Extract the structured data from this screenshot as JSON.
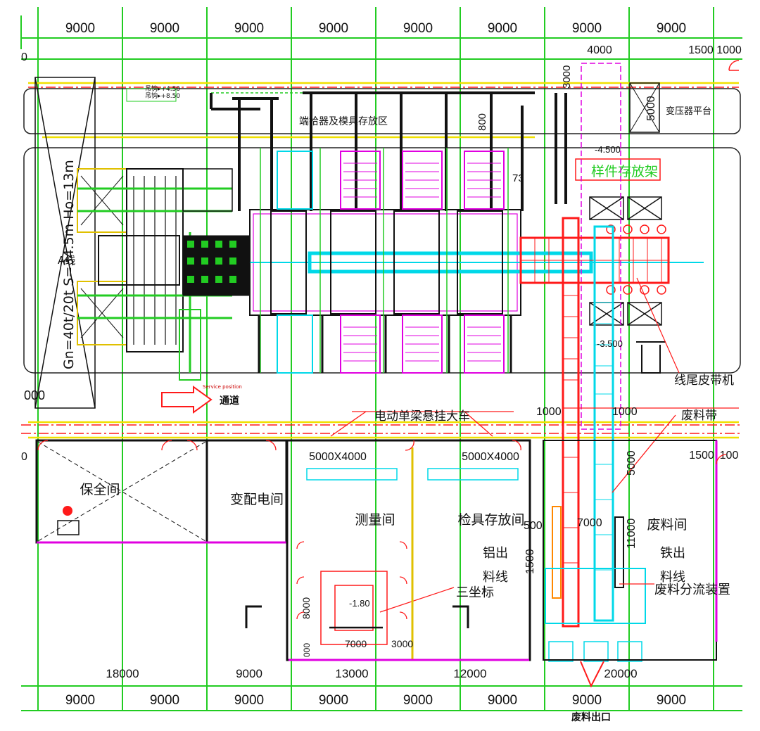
{
  "top_dimensions": [
    "9000",
    "9000",
    "9000",
    "9000",
    "9000",
    "9000",
    "9000",
    "9000"
  ],
  "top_right_dims": [
    "4000",
    "1500",
    "1000"
  ],
  "bottom_dimensions": [
    "9000",
    "9000",
    "9000",
    "9000",
    "9000",
    "9000",
    "9000",
    "9000"
  ],
  "bottom_mid_dims": [
    "18000",
    "9000",
    "13000",
    "12000",
    "20000"
  ],
  "rail_labels": [
    "吊钩▸+4.50",
    "吊钩▸+8.50"
  ],
  "labels": {
    "die_storage": "端拾器及模具存放区",
    "sample_rack": "样件存放架",
    "transformer_platform": "变压器平台",
    "crane_text": "Gn=40t/20t  S=34.5m  Ho=13m",
    "line_text": "A线",
    "passage": "通道",
    "tail_conveyor": "线尾皮带机",
    "eot_crane": "电动单梁悬挂大车",
    "scrap_belt": "废料带",
    "security_room": "保全间",
    "substation_room": "变配电间",
    "measure_room": "测量间",
    "fixture_room": "检具存放间",
    "scrap_room": "废料间",
    "al_out_1": "铝出",
    "al_out_2": "料线",
    "fe_out_1": "铁出",
    "fe_out_2": "料线",
    "cmm": "三坐标",
    "scrap_split": "废料分流装置",
    "scrap_exit": "废料出口",
    "pit_depth": "-1.80",
    "level_1": "-4.500",
    "level_2": "-3.500",
    "room_size_1": "5000X4000",
    "room_size_2": "5000X4000",
    "dim_3000_v": "3000",
    "dim_5000_v": "5000",
    "dim_800": "800",
    "dim_73": "73",
    "dim_1000_a": "1000",
    "dim_1000_b": "1000",
    "dim_1500_r": "1500",
    "dim_100_r": "100",
    "dim_5000_v2": "5000",
    "dim_500": "500",
    "dim_7000": "7000",
    "dim_1500_v": "1500",
    "dim_11000": "11000",
    "dim_8000": "8000",
    "dim_7000_b": "7000",
    "dim_3000_b": "3000",
    "dim_18000_l": "18000",
    "dim_000_l": "000",
    "dim_000_b": "000",
    "dim_0_top": "0",
    "dim_0_mid": "0",
    "service_pos": "Service position"
  },
  "colors": {
    "grid": "#22cc22",
    "red": "#ff1a1a",
    "cyan": "#00d8e8",
    "magenta": "#e000e0",
    "yellow": "#f0e000",
    "black": "#111111",
    "wall": "#222222"
  }
}
